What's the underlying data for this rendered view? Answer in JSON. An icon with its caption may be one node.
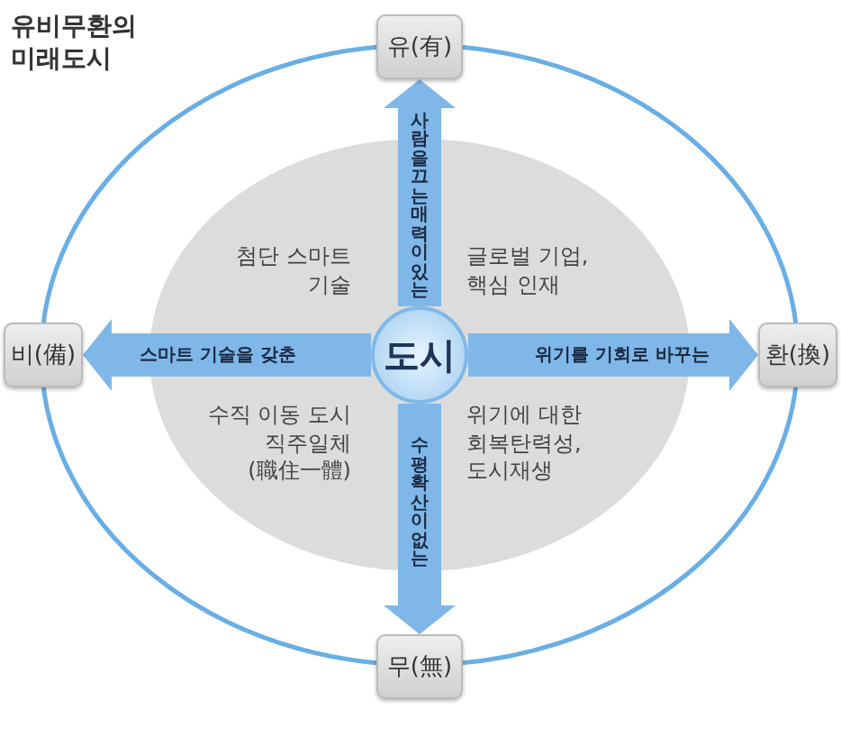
{
  "diagram": {
    "title": "유비무환의 미래도시",
    "nodes": [
      {
        "text": [
          "유(有)"
        ]
      },
      {
        "text": [
          "비(備)"
        ]
      },
      {
        "text": [
          "첨단 스마트 기술",
          "글로벌 기업, 핵심 인재",
          "수직 이동 도시 직주일체 (職住一體)",
          "위기에 대한 회복탄력성, 도시재생"
        ]
      },
      {
        "text": [
          "도시"
        ],
        "in": 2
      },
      {
        "text": [
          "환(換)"
        ]
      },
      {
        "text": [
          "무(無)"
        ]
      }
    ],
    "edges": [
      {
        "from": 3,
        "to": 0,
        "arrow": "to",
        "label": "사람을끄는매력이있는"
      },
      {
        "from": 3,
        "to": 1,
        "arrow": "to",
        "label": "스마트 기술을 갖춘"
      },
      {
        "from": 3,
        "to": 4,
        "arrow": "to",
        "label": "위기를 기회로 바꾸는"
      },
      {
        "from": 3,
        "to": 5,
        "arrow": "to",
        "label": "수평확산이없는"
      }
    ]
  }
}
